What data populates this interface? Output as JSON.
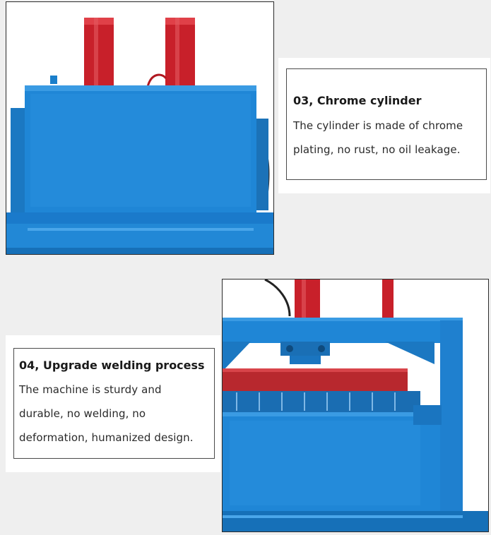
{
  "captions": {
    "top": {
      "title": "03, Chrome cylinder",
      "lines": [
        "The cylinder is made of chrome",
        "plating, no rust, no oil leakage."
      ]
    },
    "bottom": {
      "title": "04, Upgrade welding process",
      "lines": [
        "The machine is sturdy and",
        "durable, no welding, no",
        "deformation, humanized design."
      ]
    }
  },
  "colors": {
    "machine_blue": "#1f86d6",
    "cylinder_red": "#c8202a",
    "background": "#efefef"
  }
}
